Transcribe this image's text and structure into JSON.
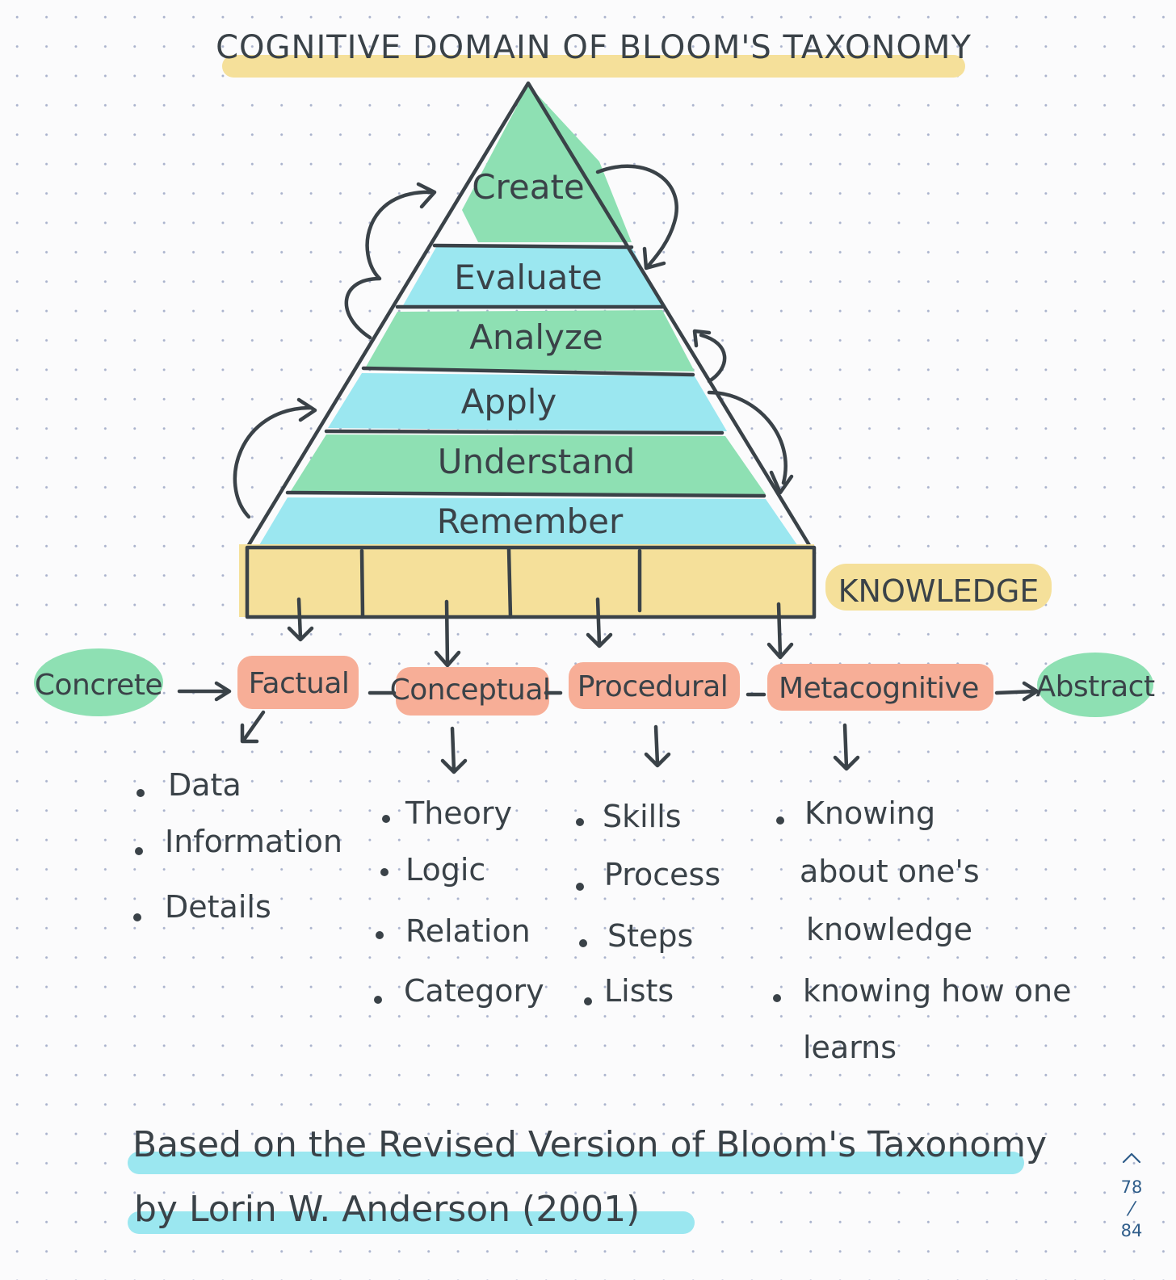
{
  "title": "COGNITIVE DOMAIN OF BLOOM'S TAXONOMY",
  "pyramid_levels": [
    "Create",
    "Evaluate",
    "Analyze",
    "Apply",
    "Understand",
    "Remember"
  ],
  "knowledge_label": "KNOWLEDGE",
  "spectrum": {
    "start": "Concrete",
    "end": "Abstract"
  },
  "categories": [
    {
      "name": "Factual",
      "items": [
        "Data",
        "Information",
        "Details"
      ]
    },
    {
      "name": "Conceptual",
      "items": [
        "Theory",
        "Logic",
        "Relation",
        "Category"
      ]
    },
    {
      "name": "Procedural",
      "items": [
        "Skills",
        "Process",
        "Steps",
        "Lists"
      ]
    },
    {
      "name": "Metacognitive",
      "items": [
        "Knowing",
        "about one's",
        "knowledge",
        "knowing how one",
        "learns"
      ]
    }
  ],
  "footer": {
    "line1": "Based on the Revised Version of Bloom's Taxonomy",
    "line2": "by Lorin W. Anderson (2001)"
  },
  "page": {
    "current": "78",
    "total": "84",
    "up_icon": "chevron-up-icon"
  },
  "colors": {
    "green": "#8ee0b3",
    "blue": "#9be7f0",
    "yellow": "#f5e09a",
    "salmon": "#f7ae97",
    "ink": "#3a4248",
    "page_indicator": "#2f5d8a"
  }
}
